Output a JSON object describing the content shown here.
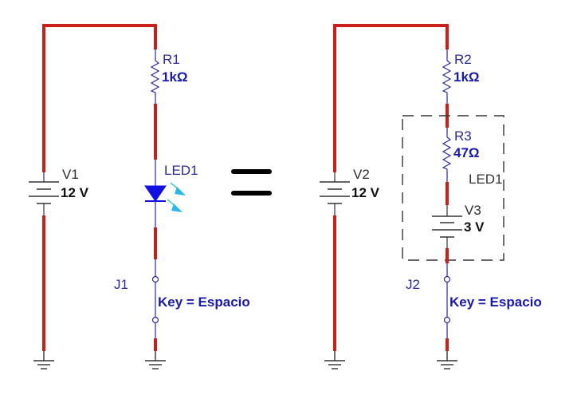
{
  "diagram": {
    "type": "circuit-schematic",
    "equivalence_symbol": "=",
    "left_circuit": {
      "source": {
        "ref": "V1",
        "value": "12 V",
        "icon": "dc-battery-icon"
      },
      "resistor": {
        "ref": "R1",
        "value": "1kΩ",
        "icon": "resistor-icon"
      },
      "led": {
        "ref": "LED1",
        "icon": "led-icon"
      },
      "switch": {
        "ref": "J1",
        "label": "Key = Espacio",
        "icon": "switch-icon"
      },
      "grounds": 2
    },
    "right_circuit": {
      "source": {
        "ref": "V2",
        "value": "12 V",
        "icon": "dc-battery-icon"
      },
      "resistor_series": {
        "ref": "R2",
        "value": "1kΩ",
        "icon": "resistor-icon"
      },
      "led_model": {
        "label": "LED1",
        "resistor": {
          "ref": "R3",
          "value": "47Ω",
          "icon": "resistor-icon"
        },
        "source": {
          "ref": "V3",
          "value": "3 V",
          "icon": "dc-battery-icon"
        }
      },
      "switch": {
        "ref": "J2",
        "label": "Key = Espacio",
        "icon": "switch-icon"
      },
      "grounds": 2
    },
    "colors": {
      "wire_active": "#cc1d1d",
      "wire_component": "#2a2aa0",
      "label_blue": "#1a1ab0",
      "led_body": "#1010e0",
      "led_light": "#29b6e8"
    }
  }
}
